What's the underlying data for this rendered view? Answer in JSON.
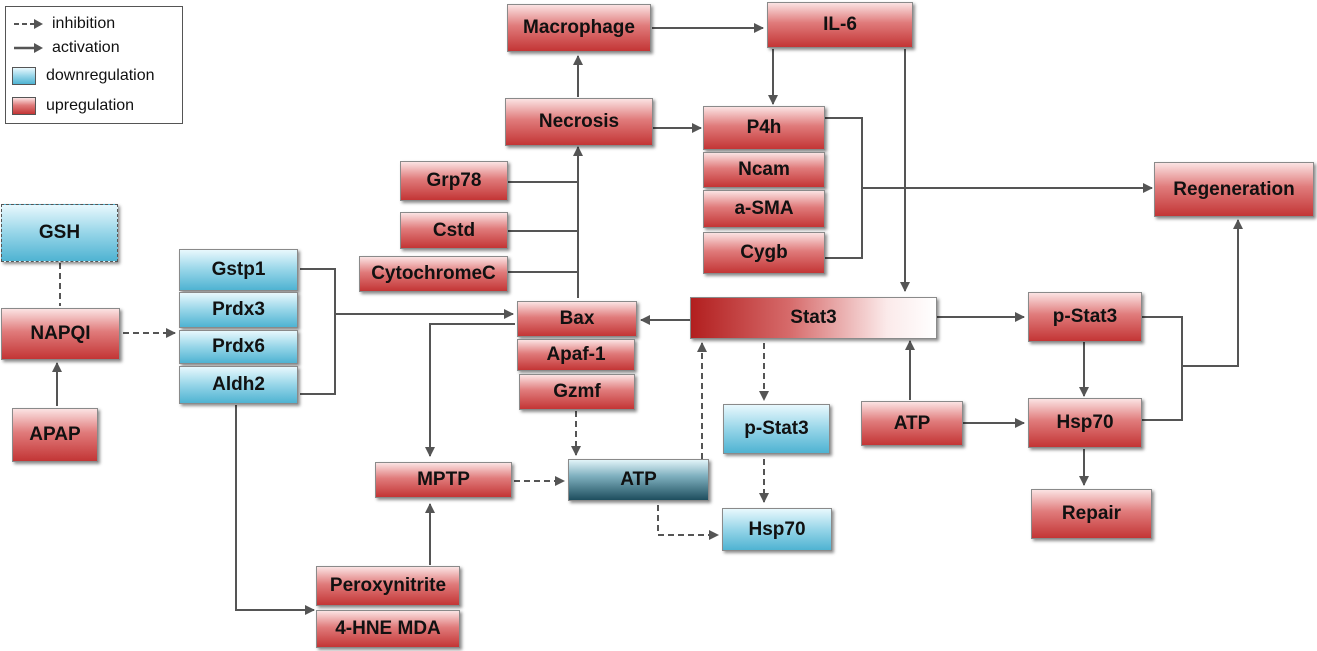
{
  "legend": {
    "inhibition": "inhibition",
    "activation": "activation",
    "downregulation": "downregulation",
    "upregulation": "upregulation",
    "colors": {
      "down": "#8fd3e8",
      "up": "#c94848"
    }
  },
  "nodes": {
    "macrophage": "Macrophage",
    "il6": "IL-6",
    "necrosis": "Necrosis",
    "p4h": "P4h",
    "ncam": "Ncam",
    "asma": "a-SMA",
    "cygb": "Cygb",
    "regeneration": "Regeneration",
    "grp78": "Grp78",
    "cstd": "Cstd",
    "cytochromec": "CytochromeC",
    "gsh": "GSH",
    "gstp1": "Gstp1",
    "prdx3": "Prdx3",
    "prdx6": "Prdx6",
    "aldh2": "Aldh2",
    "napqi": "NAPQI",
    "apap": "APAP",
    "bax": "Bax",
    "apaf1": "Apaf-1",
    "gzmf": "Gzmf",
    "stat3": "Stat3",
    "pstat3_right": "p-Stat3",
    "atp_right": "ATP",
    "hsp70_right": "Hsp70",
    "repair": "Repair",
    "pstat3_mid": "p-Stat3",
    "hsp70_mid": "Hsp70",
    "mptp": "MPTP",
    "atp_mid": "ATP",
    "peroxynitrite": "Peroxynitrite",
    "hne_mda": "4-HNE MDA"
  }
}
